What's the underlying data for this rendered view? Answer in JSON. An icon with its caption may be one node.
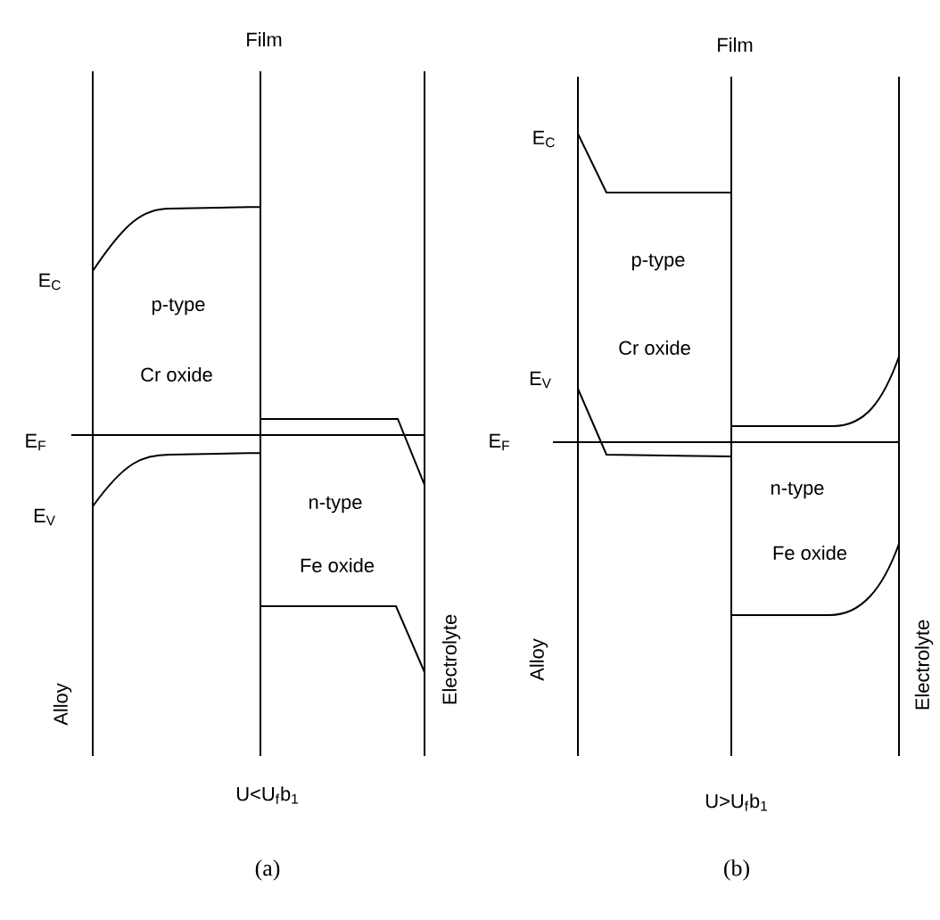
{
  "diagram": {
    "labels": [
      "Film",
      "E$_{C}$",
      "p-type",
      "Cr oxide",
      "E$_{F}$",
      "E$_{V}$",
      "n-type",
      "Fe oxide",
      "Alloy",
      "Electrolyte",
      "U<U$_{f}$b$_{1}$",
      "(a)",
      "Film",
      "E$_{C}$",
      "p-type",
      "Cr oxide",
      "E$_{V}$",
      "E$_{F}$",
      "n-type",
      "Fe oxide",
      "Alloy",
      "Electrolyte",
      "U>U$_{f}$b$_{1}$",
      "(b)"
    ]
  }
}
